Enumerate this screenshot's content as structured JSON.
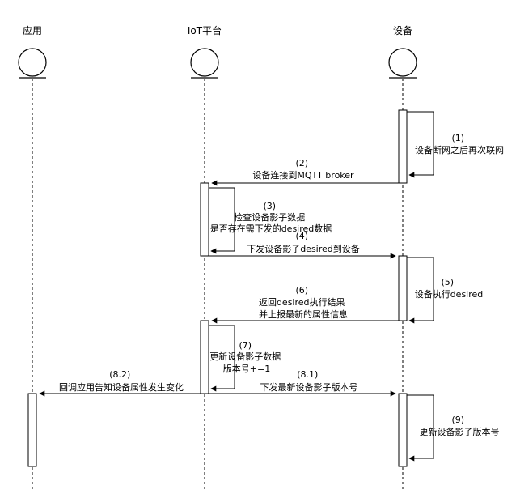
{
  "participants": [
    {
      "id": "app",
      "label": "应用"
    },
    {
      "id": "iot",
      "label": "IoT平台"
    },
    {
      "id": "device",
      "label": "设备"
    }
  ],
  "messages": [
    {
      "id": "m1",
      "lines": [
        "(1)",
        "设备断网之后再次联网"
      ]
    },
    {
      "id": "m2",
      "lines": [
        "(2)",
        "设备连接到MQTT broker"
      ]
    },
    {
      "id": "m3",
      "lines": [
        "(3)",
        "检查设备影子数据",
        "是否存在需下发的desired数据"
      ]
    },
    {
      "id": "m4",
      "lines": [
        "(4)",
        "下发设备影子desired到设备"
      ]
    },
    {
      "id": "m5",
      "lines": [
        "(5)",
        "设备执行desired"
      ]
    },
    {
      "id": "m6",
      "lines": [
        "(6)",
        "返回desired执行结果",
        "并上报最新的属性信息"
      ]
    },
    {
      "id": "m7",
      "lines": [
        "(7)",
        "更新设备影子数据",
        "版本号+=1"
      ]
    },
    {
      "id": "m81",
      "lines": [
        "(8.1)",
        "下发最新设备影子版本号"
      ]
    },
    {
      "id": "m82",
      "lines": [
        "(8.2)",
        "回调应用告知设备属性发生变化"
      ]
    },
    {
      "id": "m9",
      "lines": [
        "(9)",
        "更新设备影子版本号"
      ]
    }
  ]
}
